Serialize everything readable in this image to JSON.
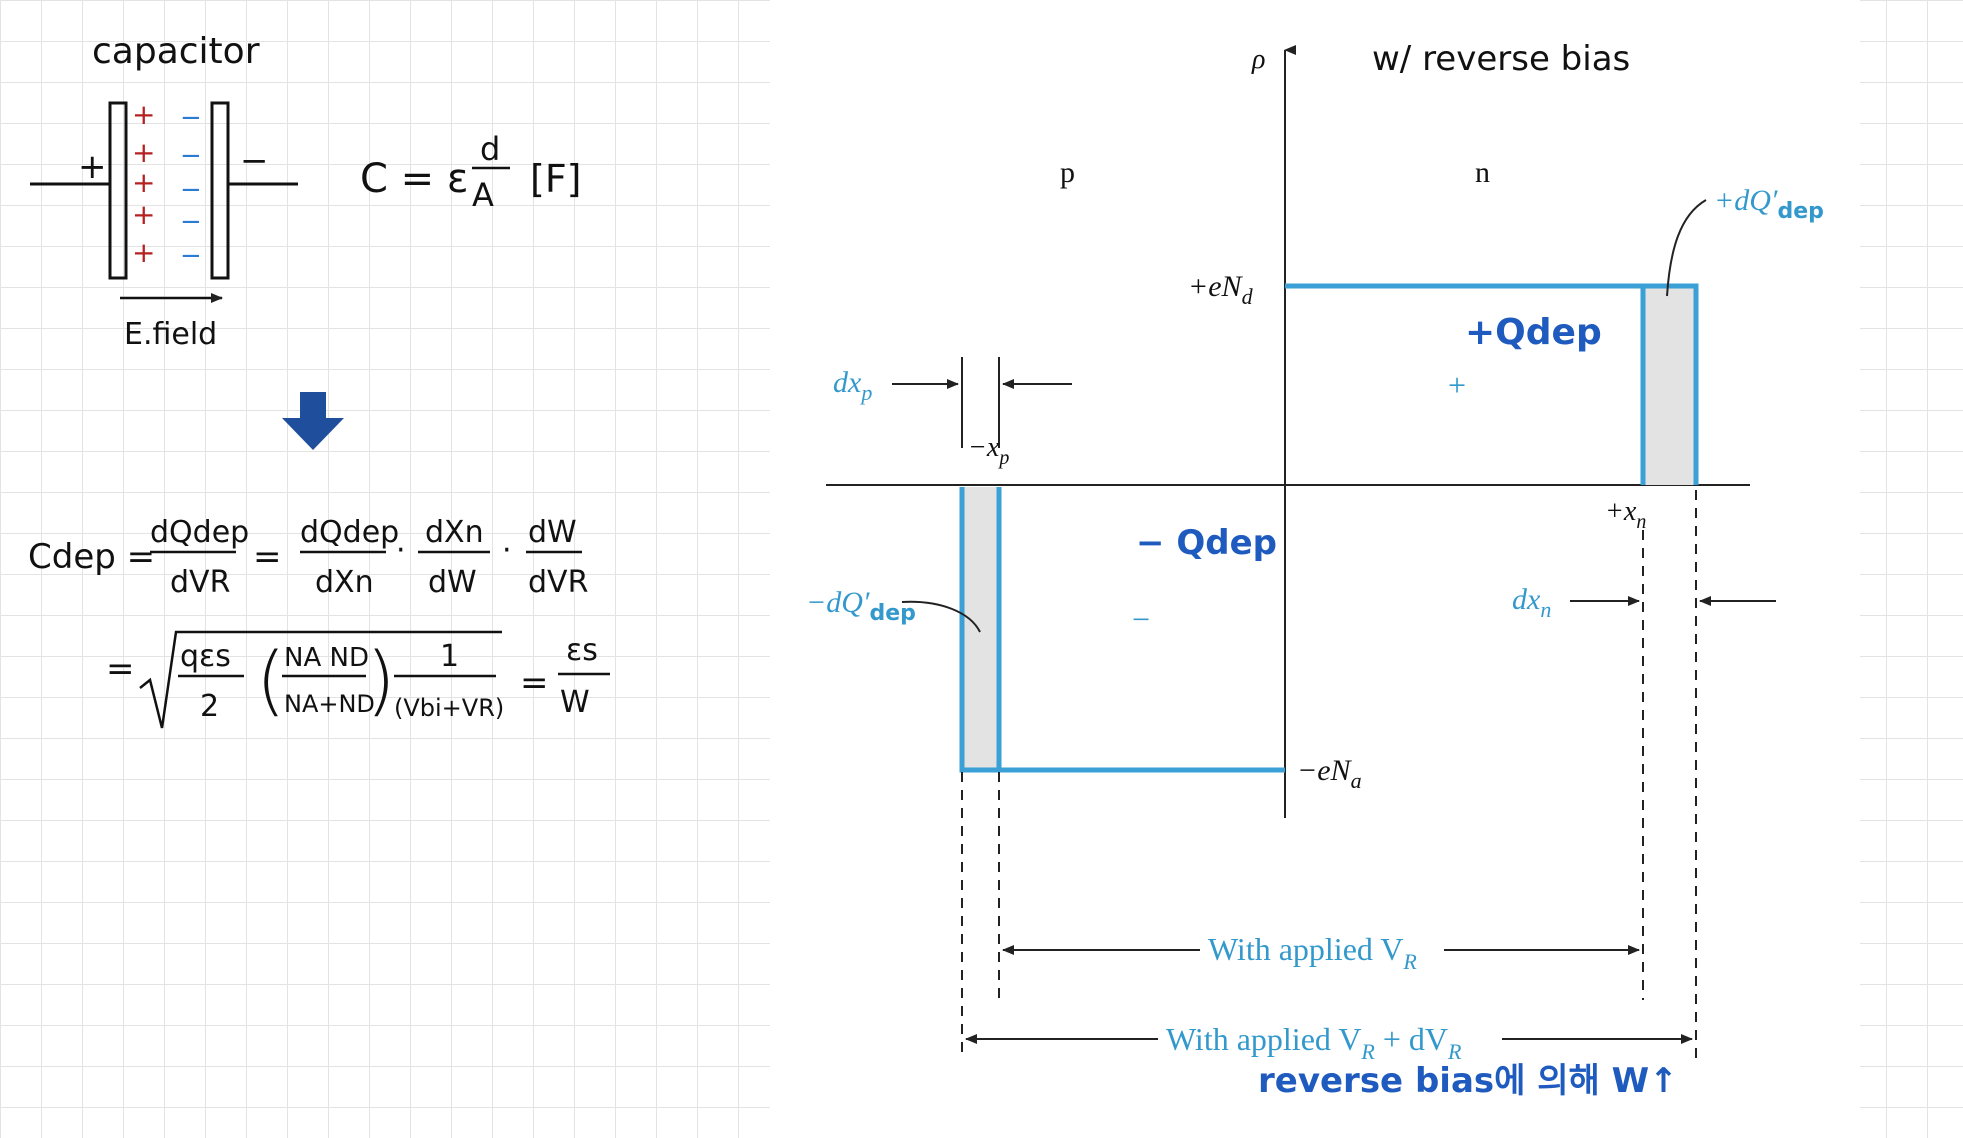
{
  "left_notes": {
    "capacitor_title": "capacitor",
    "plate_left_sign": "+",
    "plate_right_sign": "−",
    "plus_signs": [
      "+",
      "+",
      "+",
      "+",
      "+"
    ],
    "minus_signs": [
      "−",
      "−",
      "−",
      "−",
      "−"
    ],
    "efield_label": "E.field",
    "cap_formula_lhs": "C = ε",
    "cap_formula_num": "d",
    "cap_formula_den": "A",
    "cap_formula_unit": "[F]",
    "cdep_lhs": "Cdep =",
    "f1_num": "dQdep",
    "f1_den": "dVR",
    "eq": "=",
    "f2_num": "dQdep",
    "f2_den": "dXn",
    "dot": "·",
    "f3_num": "dXn",
    "f3_den": "dW",
    "f4_num": "dW",
    "f4_den": "dVR",
    "eq2": "=",
    "sqrt_a_num": "qεs",
    "sqrt_a_den": "2",
    "sqrt_b_num": "NA ND",
    "sqrt_b_den": "NA+ND",
    "sqrt_c_num": "1",
    "sqrt_c_den": "(Vbi+VR)",
    "eq3": "=",
    "result_num": "εs",
    "result_den": "W"
  },
  "diagram": {
    "rho_label": "ρ",
    "title_note": "w/ reverse bias",
    "p_label": "p",
    "n_label": "n",
    "plus_eNd": "+eN",
    "plus_eNd_sub": "d",
    "minus_eNa": "−eN",
    "minus_eNa_sub": "a",
    "dQdep_plus": "+dQ′",
    "dQdep_plus_sub": "dep",
    "dQdep_minus": "−dQ′",
    "dQdep_minus_sub": "dep",
    "qdep_plus": "+Qdep",
    "qdep_minus": "− Qdep",
    "plus_sign": "+",
    "minus_sign": "−",
    "dxp": "dx",
    "dxp_sub": "p",
    "neg_xp": "−x",
    "neg_xp_sub": "p",
    "pos_xn": "+x",
    "pos_xn_sub": "n",
    "dxn": "dx",
    "dxn_sub": "n",
    "with_vr": "With applied V",
    "with_vr_sub": "R",
    "with_vr_dvr": "With applied V",
    "with_vr_dvr_sub1": "R",
    "with_vr_dvr_mid": " + dV",
    "with_vr_dvr_sub2": "R",
    "korean_note": "reverse bias에 의해 W↑"
  },
  "colors": {
    "diagram_blue": "#3aa0d5",
    "note_blue": "#1f5bbf",
    "plus_red": "#b52121",
    "shade": "#e3e3e3"
  }
}
